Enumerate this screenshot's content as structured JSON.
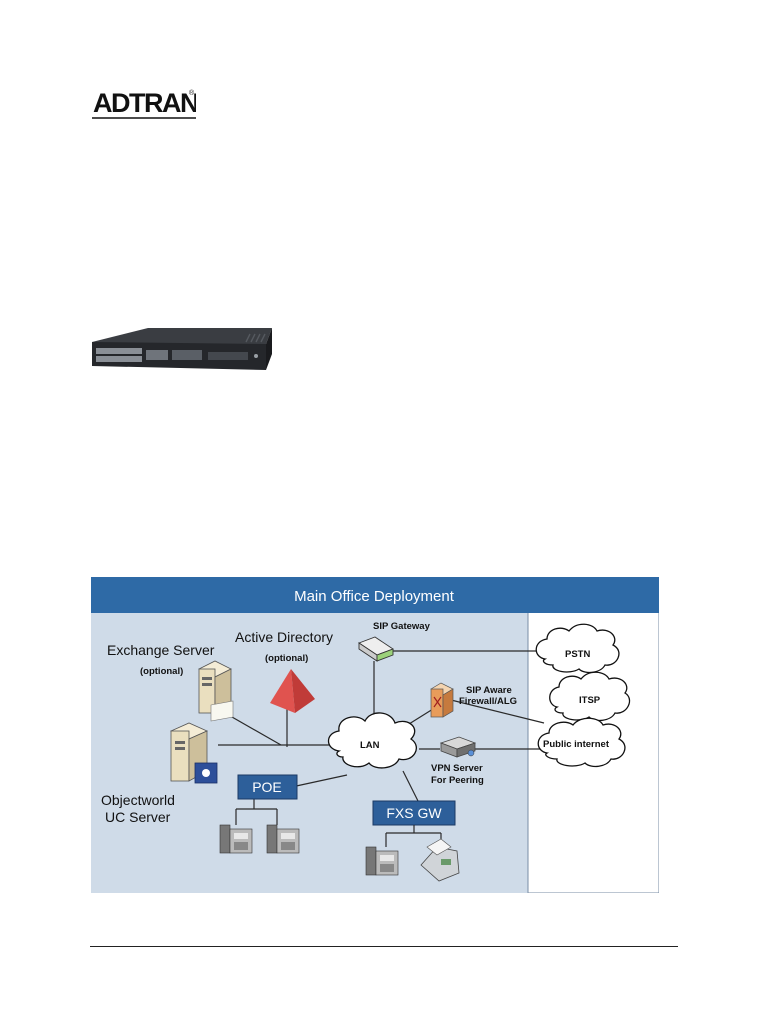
{
  "logo": {
    "text": "ADTRAN",
    "mark": "®"
  },
  "diagram": {
    "title": "Main Office Deployment",
    "labels": {
      "exchange": "Exchange Server",
      "exchange_opt": "(optional)",
      "ad": "Active Directory",
      "ad_opt": "(optional)",
      "sip_gw": "SIP Gateway",
      "sip_aware_1": "SIP Aware",
      "sip_aware_2": "Firewall/ALG",
      "lan": "LAN",
      "vpn_1": "VPN Server",
      "vpn_2": "For Peering",
      "ow_1": "Objectworld",
      "ow_2": "UC Server",
      "poe": "POE",
      "fxs": "FXS GW",
      "pstn": "PSTN",
      "itsp": "ITSP",
      "internet": "Public internet"
    },
    "colors": {
      "banner": "#2e6aa6",
      "panel": "#cfdbe8",
      "box": "#2d5f9a",
      "triangle": "#e0534f"
    }
  }
}
